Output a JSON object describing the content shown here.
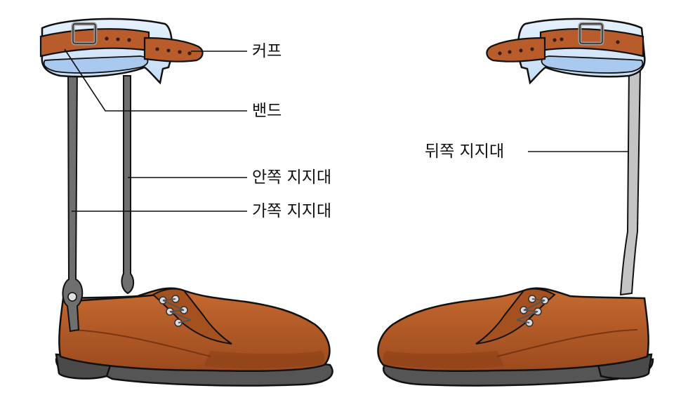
{
  "labels": {
    "cuff": "커프",
    "band": "밴드",
    "medial_upright": "안쪽 지지대",
    "lateral_upright": "가쪽 지지대",
    "posterior_upright": "뒤쪽 지지대"
  },
  "colors": {
    "cuff_plastic": "#d6e8fa",
    "cuff_inner": "#a9c9ee",
    "strap": "#b85c2c",
    "strap_hole": "#3a1c0c",
    "buckle": "#9a9a9a",
    "metal_bar": "#6f6f6f",
    "posterior_bar": "#c4c4c4",
    "shoe_upper": "#b8602b",
    "shoe_shade": "#8a3f18",
    "sole": "#555555",
    "leader_line": "#111111"
  }
}
